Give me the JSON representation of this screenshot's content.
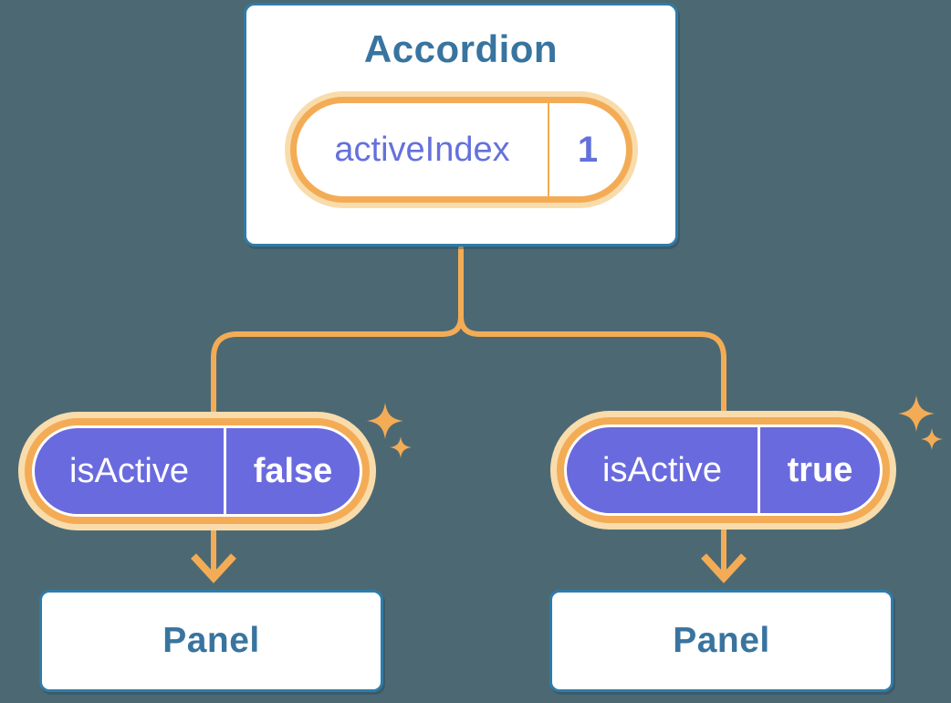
{
  "background_color": "#4C6973",
  "accordion": {
    "title": "Accordion",
    "state_pill": {
      "label": "activeIndex",
      "value": "1"
    }
  },
  "children": [
    {
      "position": "left",
      "prop_pill": {
        "label": "isActive",
        "value": "false"
      },
      "panel": {
        "title": "Panel"
      }
    },
    {
      "position": "right",
      "prop_pill": {
        "label": "isActive",
        "value": "true"
      },
      "panel": {
        "title": "Panel"
      }
    }
  ],
  "icons": {
    "sparkle": "sparkle-icon",
    "arrow": "arrow-down-icon"
  },
  "colors": {
    "background": "#4C6973",
    "card_border": "#2F7CA9",
    "heading_text": "#38749F",
    "connector_orange": "#F3AC55",
    "glow_peach": "#F9DCAC",
    "pill_purple": "#6A6ADF",
    "state_text_indigo": "#6471DC",
    "pill_text_white": "#FFFFFF"
  }
}
